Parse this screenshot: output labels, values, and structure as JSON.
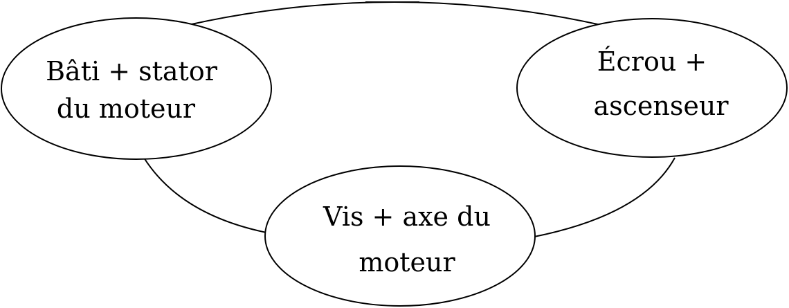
{
  "diagram": {
    "nodes": [
      {
        "id": "frame",
        "line1": "Bâti + stator",
        "line2": "du moteur"
      },
      {
        "id": "nut",
        "line1": "Écrou +",
        "line2": "ascenseur"
      },
      {
        "id": "screw",
        "line1": "Vis + axe du",
        "line2": "moteur"
      }
    ],
    "links": [
      {
        "from": "frame",
        "to": "nut"
      },
      {
        "from": "frame",
        "to": "screw"
      },
      {
        "from": "screw",
        "to": "nut"
      }
    ]
  }
}
